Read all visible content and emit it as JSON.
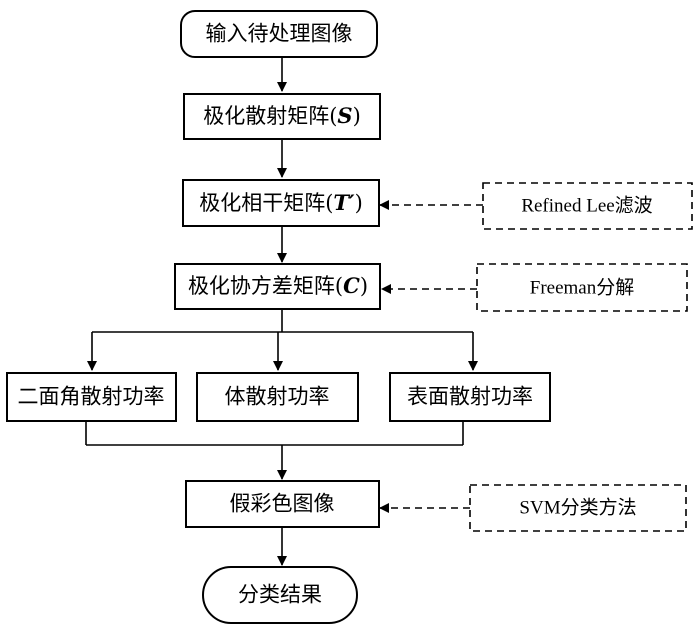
{
  "nodes": {
    "input": "输入待处理图像",
    "scatter_matrix": {
      "prefix": "极化散射矩阵(",
      "symbol": "S",
      "suffix": ")"
    },
    "coherency_matrix": {
      "prefix": "极化相干矩阵(",
      "symbol": "T′",
      "suffix": ")"
    },
    "covariance_matrix": {
      "prefix": "极化协方差矩阵(",
      "symbol": "C",
      "suffix": ")"
    },
    "double_bounce": "二面角散射功率",
    "volume": "体散射功率",
    "surface": "表面散射功率",
    "false_color": "假彩色图像",
    "result": "分类结果"
  },
  "notes": {
    "refined_lee": "Refined Lee滤波",
    "freeman": "Freeman分解",
    "svm": "SVM分类方法"
  }
}
